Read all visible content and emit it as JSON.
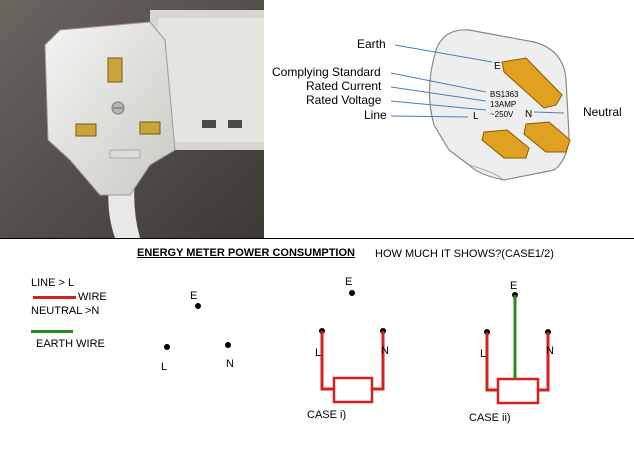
{
  "plug_labels": {
    "earth": "Earth",
    "complying_standard": "Complying Standard",
    "rated_current": "Rated Current",
    "rated_voltage": "Rated Voltage",
    "line": "Line",
    "neutral": "Neutral"
  },
  "plug_markings": {
    "e": "E",
    "l": "L",
    "n": "N",
    "standard": "BS1363",
    "current": "13AMP",
    "voltage": "~250V"
  },
  "heading": {
    "title": "ENERGY METER POWER CONSUMPTION",
    "subtitle": "HOW MUCH IT SHOWS?(CASE1/2)"
  },
  "legend": {
    "line": "LINE > L",
    "wire": "WIRE",
    "neutral": "NEUTRAL >N",
    "earth_wire": "EARTH WIRE"
  },
  "terminals": {
    "e": "E",
    "l": "L",
    "n": "N"
  },
  "cases": {
    "case1": "CASE i)",
    "case2": "CASE ii)"
  },
  "colors": {
    "wire": "#d42020",
    "earth_wire": "#2a8a1f"
  }
}
